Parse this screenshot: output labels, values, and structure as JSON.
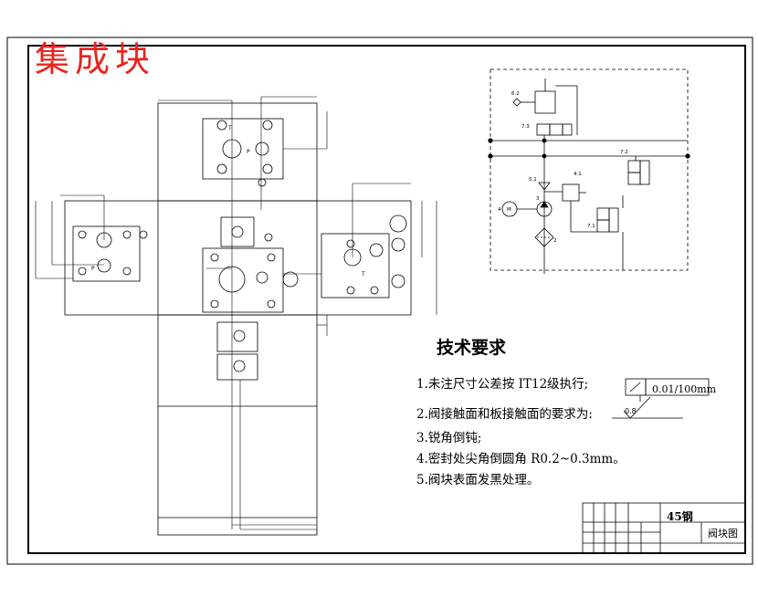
{
  "stamp": {
    "text": "集成块",
    "color": "#e8241f"
  },
  "requirements": {
    "title": "技术要求",
    "items": [
      "1.未注尺寸公差按 IT12级执行;",
      "2.阀接触面和板接触面的要求为:",
      "3.锐角倒钝;",
      "4.密封处尖角倒圆角 R0.2~0.3mm。",
      "5.阀块表面发黑处理。"
    ]
  },
  "tolerance": {
    "value": "0.01/100mm",
    "roughness": "0.8"
  },
  "title_block": {
    "material": "45钢",
    "drawing_name": "阀块图"
  },
  "schematic": {
    "labels": [
      "6.2",
      "7.3",
      "5.1",
      "4.1",
      "4",
      "M",
      "3",
      "2",
      "7.1",
      "7.2"
    ]
  },
  "block": {
    "port_labels": [
      "P",
      "T"
    ]
  }
}
